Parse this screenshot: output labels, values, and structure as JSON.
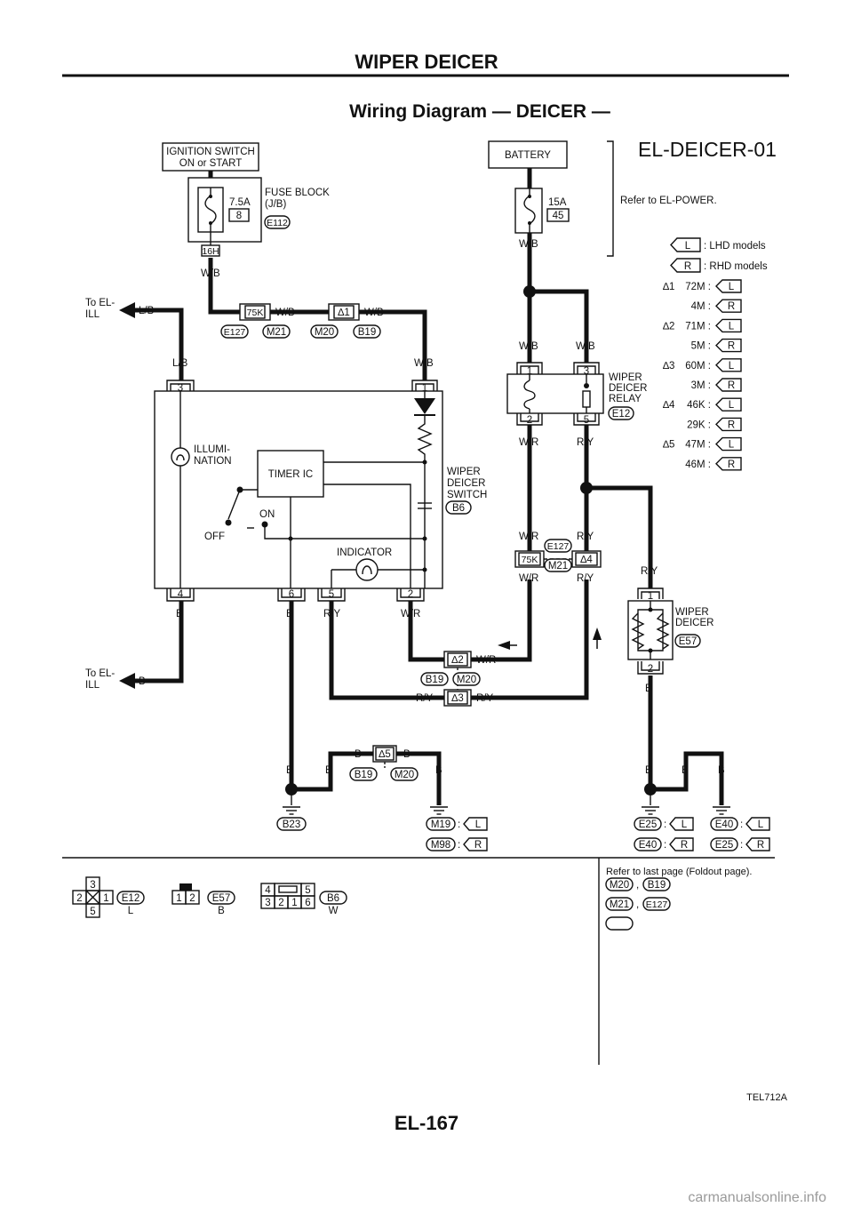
{
  "header": {
    "title": "WIPER DEICER",
    "diagram_title": "Wiring Diagram — DEICER —",
    "code": "EL-DEICER-01"
  },
  "power": {
    "ignition_line1": "IGNITION SWITCH",
    "ignition_line2": "ON or START",
    "fuse1_rating": "7.5A",
    "fuse1_num": "8",
    "fuse_block_line1": "FUSE BLOCK",
    "fuse_block_line2": "(J/B)",
    "fuse_block_conn": "E112",
    "fuse_block_term": "16H",
    "battery": "BATTERY",
    "fuse2_rating": "15A",
    "fuse2_num": "45",
    "refer": "Refer to EL-POWER."
  },
  "legend": {
    "lhd_badge": "L",
    "lhd_text": ": LHD models",
    "rhd_badge": "R",
    "rhd_text": ": RHD models",
    "rows": [
      {
        "star": "∆1",
        "conn": "72M :",
        "badge": "L"
      },
      {
        "star": "",
        "conn": "4M :",
        "badge": "R"
      },
      {
        "star": "∆2",
        "conn": "71M :",
        "badge": "L"
      },
      {
        "star": "",
        "conn": "5M :",
        "badge": "R"
      },
      {
        "star": "∆3",
        "conn": "60M :",
        "badge": "L"
      },
      {
        "star": "",
        "conn": "3M :",
        "badge": "R"
      },
      {
        "star": "∆4",
        "conn": "46K :",
        "badge": "L"
      },
      {
        "star": "",
        "conn": "29K :",
        "badge": "R"
      },
      {
        "star": "∆5",
        "conn": "47M :",
        "badge": "L"
      },
      {
        "star": "",
        "conn": "46M :",
        "badge": "R"
      }
    ]
  },
  "wires": {
    "wb": "W/B",
    "lb": "L/B",
    "wr": "W/R",
    "ry": "R/Y",
    "b": "B",
    "to_ill_1": "To EL-",
    "to_ill_2": "ILL"
  },
  "connectors": {
    "c75k": "75K",
    "star1": "∆1",
    "star2": "∆2",
    "star3": "∆3",
    "star4": "∆4",
    "star5": "∆5",
    "e127": "E127",
    "m21": "M21",
    "m20": "M20",
    "b19": "B19",
    "e12": "E12",
    "b6": "B6",
    "e57": "E57",
    "b23": "B23",
    "m19": "M19",
    "m98": "M98",
    "e25": "E25",
    "e40": "E40",
    "colon": ":",
    "L": "L",
    "R": "R"
  },
  "relay": {
    "line1": "WIPER",
    "line2": "DEICER",
    "line3": "RELAY",
    "pins": [
      "1",
      "3",
      "2",
      "5"
    ]
  },
  "switch": {
    "illum_line1": "ILLUMI-",
    "illum_line2": "NATION",
    "timer": "TIMER IC",
    "on": "ON",
    "off": "OFF",
    "indicator": "INDICATOR",
    "name_line1": "WIPER",
    "name_line2": "DEICER",
    "name_line3": "SWITCH",
    "pins_top": [
      "3",
      "1"
    ],
    "pins_bottom": [
      "4",
      "6",
      "5",
      "2"
    ]
  },
  "deicer": {
    "line1": "WIPER",
    "line2": "DEICER",
    "pins": [
      "1",
      "2"
    ]
  },
  "footer": {
    "refer": "Refer to last page (Foldout page).",
    "e12_pins": [
      "3",
      "2",
      "1",
      "5"
    ],
    "e12_color": "L",
    "e57_pins": [
      "1",
      "2"
    ],
    "e57_color": "B",
    "b6_pins_top": [
      "4",
      "5"
    ],
    "b6_pins_bottom": [
      "3",
      "2",
      "1",
      "6"
    ],
    "b6_color": "W",
    "comma": ","
  },
  "figure_code": "TEL712A",
  "page_number": "EL-167",
  "watermark": "carmanualsonline.info"
}
